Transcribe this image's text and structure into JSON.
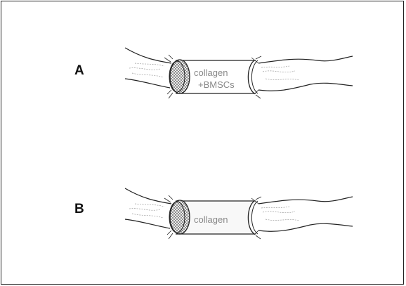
{
  "panels": [
    {
      "label": "A",
      "inner_text_lines": [
        "collagen",
        "+BMSCs"
      ],
      "fill": "collagen + BMSCs"
    },
    {
      "label": "B",
      "inner_text_lines": [
        "collagen"
      ],
      "fill": "collagen"
    }
  ],
  "colors": {
    "stroke": "#222222",
    "nerve_fibers": "#9a9a9a",
    "inner_text": "#888888",
    "mesh": "#666666"
  }
}
